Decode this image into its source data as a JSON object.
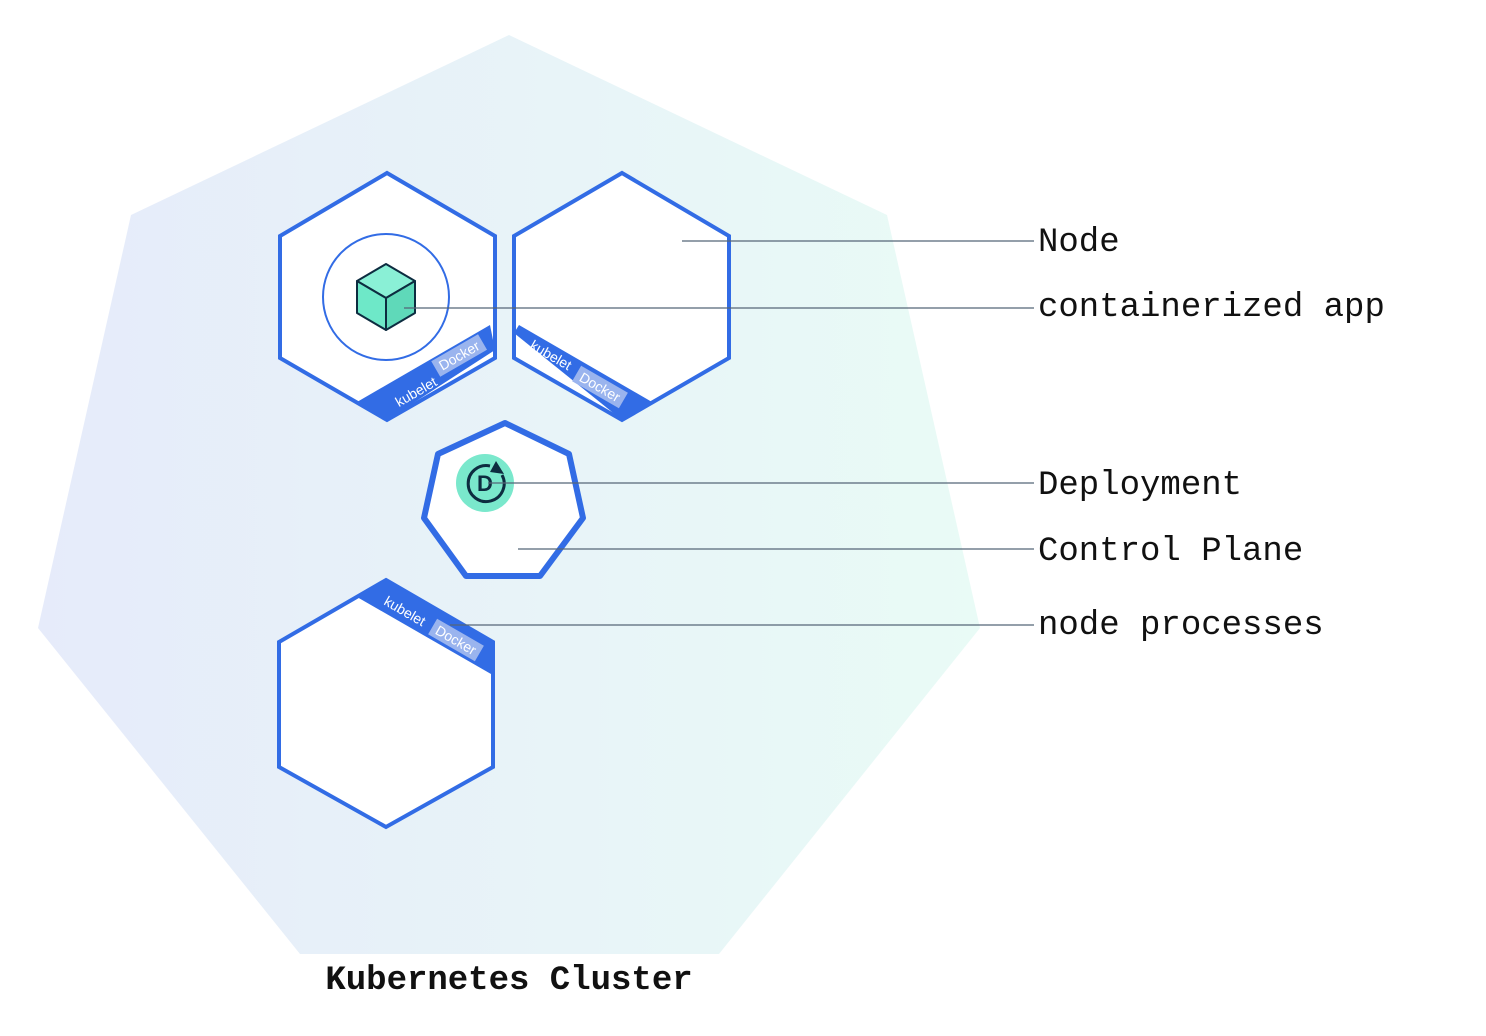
{
  "diagram": {
    "cluster_title": "Kubernetes Cluster",
    "callouts": {
      "node": "Node",
      "containerized_app": "containerized app",
      "deployment": "Deployment",
      "control_plane": "Control Plane",
      "node_processes": "node processes"
    },
    "node_band": {
      "kubelet": "kubelet",
      "docker": "Docker"
    },
    "deployment_letter": "D",
    "colors": {
      "node_border": "#326ce5",
      "leader_line": "#556677",
      "cluster_gradient_start": "#e6ebfa",
      "cluster_gradient_end": "#e9fbf6",
      "container_fill": "#6ee8c8",
      "deployment_fill": "#7ae8cc",
      "docker_tag": "#9ab4ee"
    }
  }
}
